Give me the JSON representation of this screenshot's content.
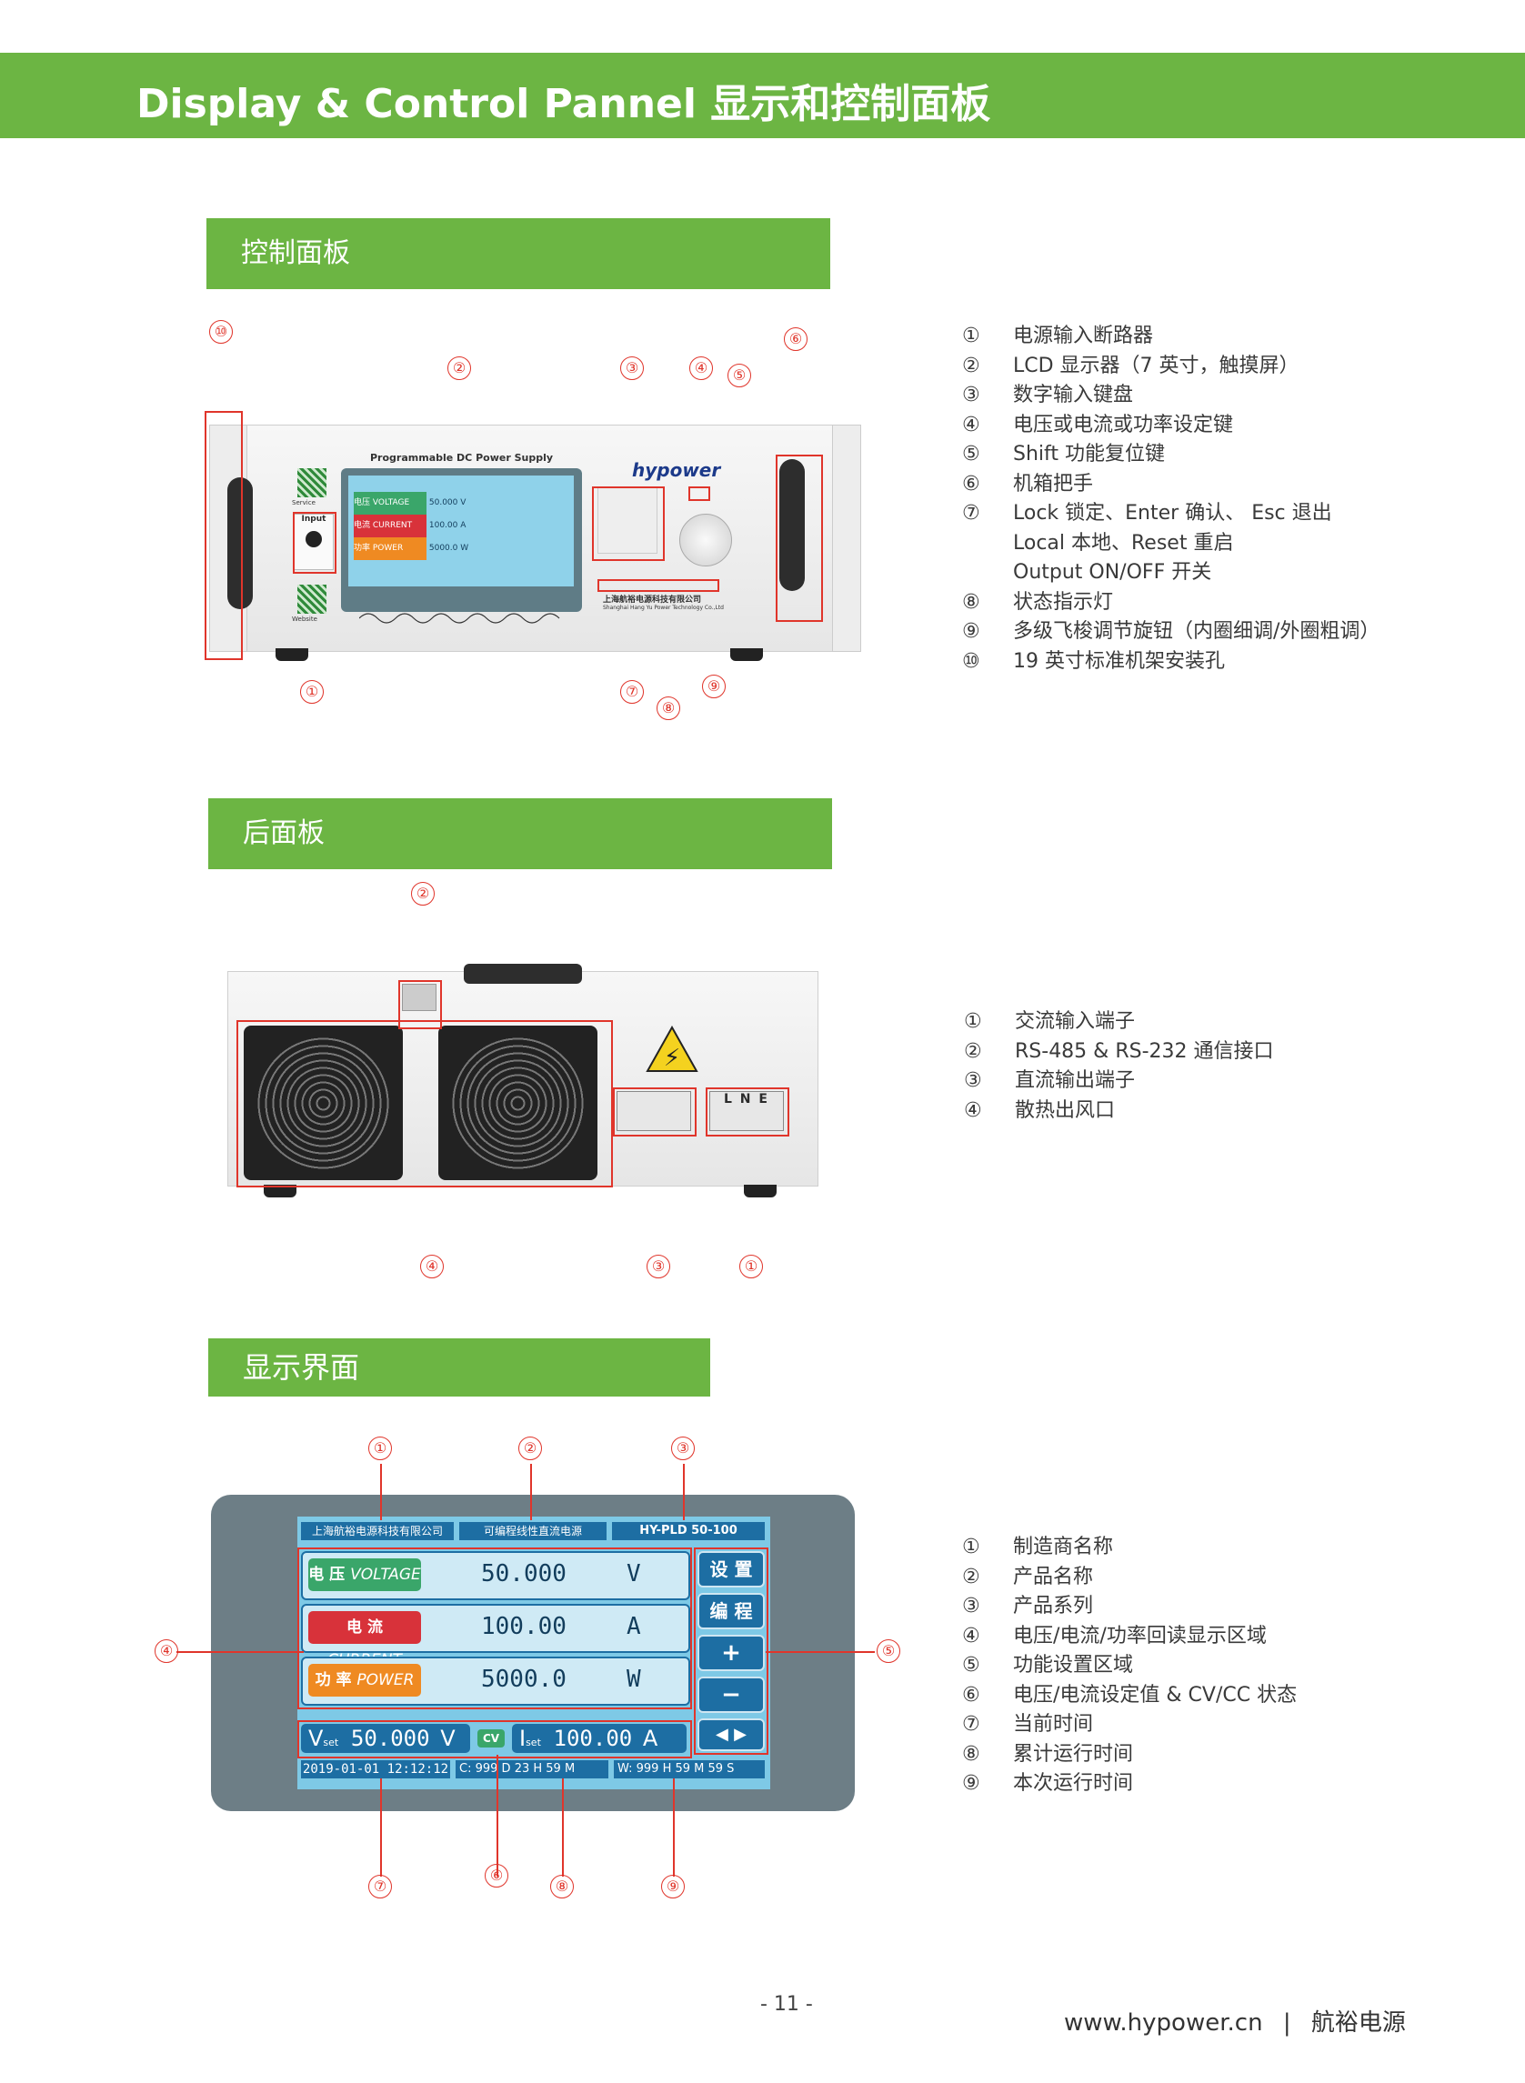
{
  "header": {
    "title": "Display & Control Pannel  显示和控制面板"
  },
  "sections": {
    "front": {
      "title": "控制面板",
      "device": {
        "label": "Programmable DC Power Supply",
        "input_label": "Input",
        "service_label": "Service",
        "website_label": "Website",
        "lcd_rows": [
          {
            "tag": "电压 VOLTAGE",
            "value": "50.000",
            "unit": "V"
          },
          {
            "tag": "电流 CURRENT",
            "value": "100.00",
            "unit": "A"
          },
          {
            "tag": "功率 POWER",
            "value": "5000.0",
            "unit": "W"
          }
        ],
        "company_cn": "上海航裕电源科技有限公司",
        "company_en": "Shanghai Hang Yu Power Technology Co.,Ltd",
        "brand": "hypower"
      },
      "legend": [
        {
          "num": "①",
          "text": "电源输入断路器"
        },
        {
          "num": "②",
          "text": "LCD 显示器（7 英寸，触摸屏）"
        },
        {
          "num": "③",
          "text": "数字输入键盘"
        },
        {
          "num": "④",
          "text": "电压或电流或功率设定键"
        },
        {
          "num": "⑤",
          "text": "Shift 功能复位键"
        },
        {
          "num": "⑥",
          "text": "机箱把手"
        },
        {
          "num": "⑦",
          "text": "Lock 锁定、Enter 确认、 Esc 退出"
        },
        {
          "num": "",
          "text": "Local 本地、Reset 重启"
        },
        {
          "num": "",
          "text": "Output ON/OFF 开关"
        },
        {
          "num": "⑧",
          "text": "状态指示灯"
        },
        {
          "num": "⑨",
          "text": "多级飞梭调节旋钮（内圈细调/外圈粗调）"
        },
        {
          "num": "⑩",
          "text": "19 英寸标准机架安装孔"
        }
      ],
      "callouts": [
        "①",
        "②",
        "③",
        "④",
        "⑤",
        "⑥",
        "⑦",
        "⑧",
        "⑨",
        "⑩"
      ]
    },
    "rear": {
      "title": "后面板",
      "input_label": "L N E",
      "legend": [
        {
          "num": "①",
          "text": "交流输入端子"
        },
        {
          "num": "②",
          "text": "RS-485 & RS-232 通信接口"
        },
        {
          "num": "③",
          "text": "直流输出端子"
        },
        {
          "num": "④",
          "text": "散热出风口"
        }
      ]
    },
    "display": {
      "title": "显示界面",
      "screen": {
        "company": "上海航裕电源科技有限公司",
        "product": "可编程线性直流电源",
        "series": "HY-PLD 50-100",
        "rows": [
          {
            "tag_cn": "电 压",
            "tag_en": "VOLTAGE",
            "value": "50.000",
            "unit": "V",
            "color": "#3aa66a"
          },
          {
            "tag_cn": "电 流",
            "tag_en": "CURRENT",
            "value": "100.00",
            "unit": "A",
            "color": "#d8323a"
          },
          {
            "tag_cn": "功 率",
            "tag_en": "POWER",
            "value": "5000.0",
            "unit": "W",
            "color": "#ef8a22"
          }
        ],
        "side_buttons": [
          "设 置",
          "编 程",
          "+",
          "−"
        ],
        "arrows": "◀  ▶",
        "vset_label": "V",
        "vset_sub": "set",
        "vset_value": "50.000",
        "vset_unit": "V",
        "cv_badge": "CV",
        "iset_label": "I",
        "iset_sub": "set",
        "iset_value": "100.00",
        "iset_unit": "A",
        "time_now": "2019-01-01  12:12:12",
        "cum_prefix": "C:",
        "cum_time": "999 D 23 H 59 M",
        "run_prefix": "W:",
        "run_time": "999 H 59 M 59 S"
      },
      "legend": [
        {
          "num": "①",
          "text": "制造商名称"
        },
        {
          "num": "②",
          "text": "产品名称"
        },
        {
          "num": "③",
          "text": "产品系列"
        },
        {
          "num": "④",
          "text": "电压/电流/功率回读显示区域"
        },
        {
          "num": "⑤",
          "text": "功能设置区域"
        },
        {
          "num": "⑥",
          "text": "电压/电流设定值 & CV/CC 状态"
        },
        {
          "num": "⑦",
          "text": "当前时间"
        },
        {
          "num": "⑧",
          "text": "累计运行时间"
        },
        {
          "num": "⑨",
          "text": "本次运行时间"
        }
      ]
    }
  },
  "footer": {
    "page": "- 11 -",
    "url": "www.hypower.cn",
    "separator": "|",
    "brand": "航裕电源"
  }
}
